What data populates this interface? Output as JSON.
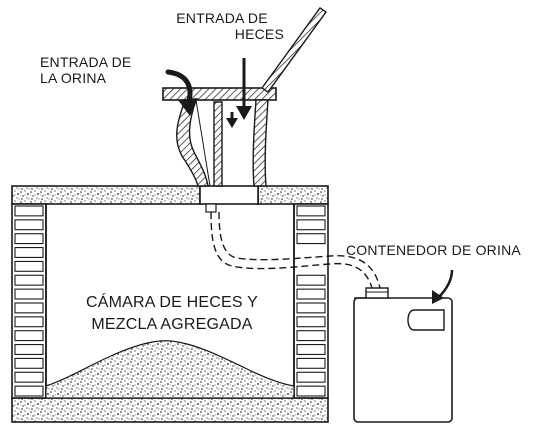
{
  "labels": {
    "faeces_inlet_line1": "ENTRADA DE",
    "faeces_inlet_line2": "HECES",
    "urine_inlet_line1": "ENTRADA DE",
    "urine_inlet_line2": "LA ORINA",
    "urine_container": "CONTENEDOR DE ORINA",
    "chamber_line1": "CÁMARA DE HECES Y",
    "chamber_line2": "MEZCLA AGREGADA"
  },
  "icons": {
    "arrow_urine": "curved-arrow-icon",
    "arrow_faeces": "down-arrow-icon",
    "arrow_container": "curved-arrow-icon",
    "ventilation_pipe": "pipe-icon"
  },
  "colors": {
    "line": "#1a1a1a",
    "hatch": "#333333",
    "speckle": "#222222",
    "background": "#ffffff"
  }
}
